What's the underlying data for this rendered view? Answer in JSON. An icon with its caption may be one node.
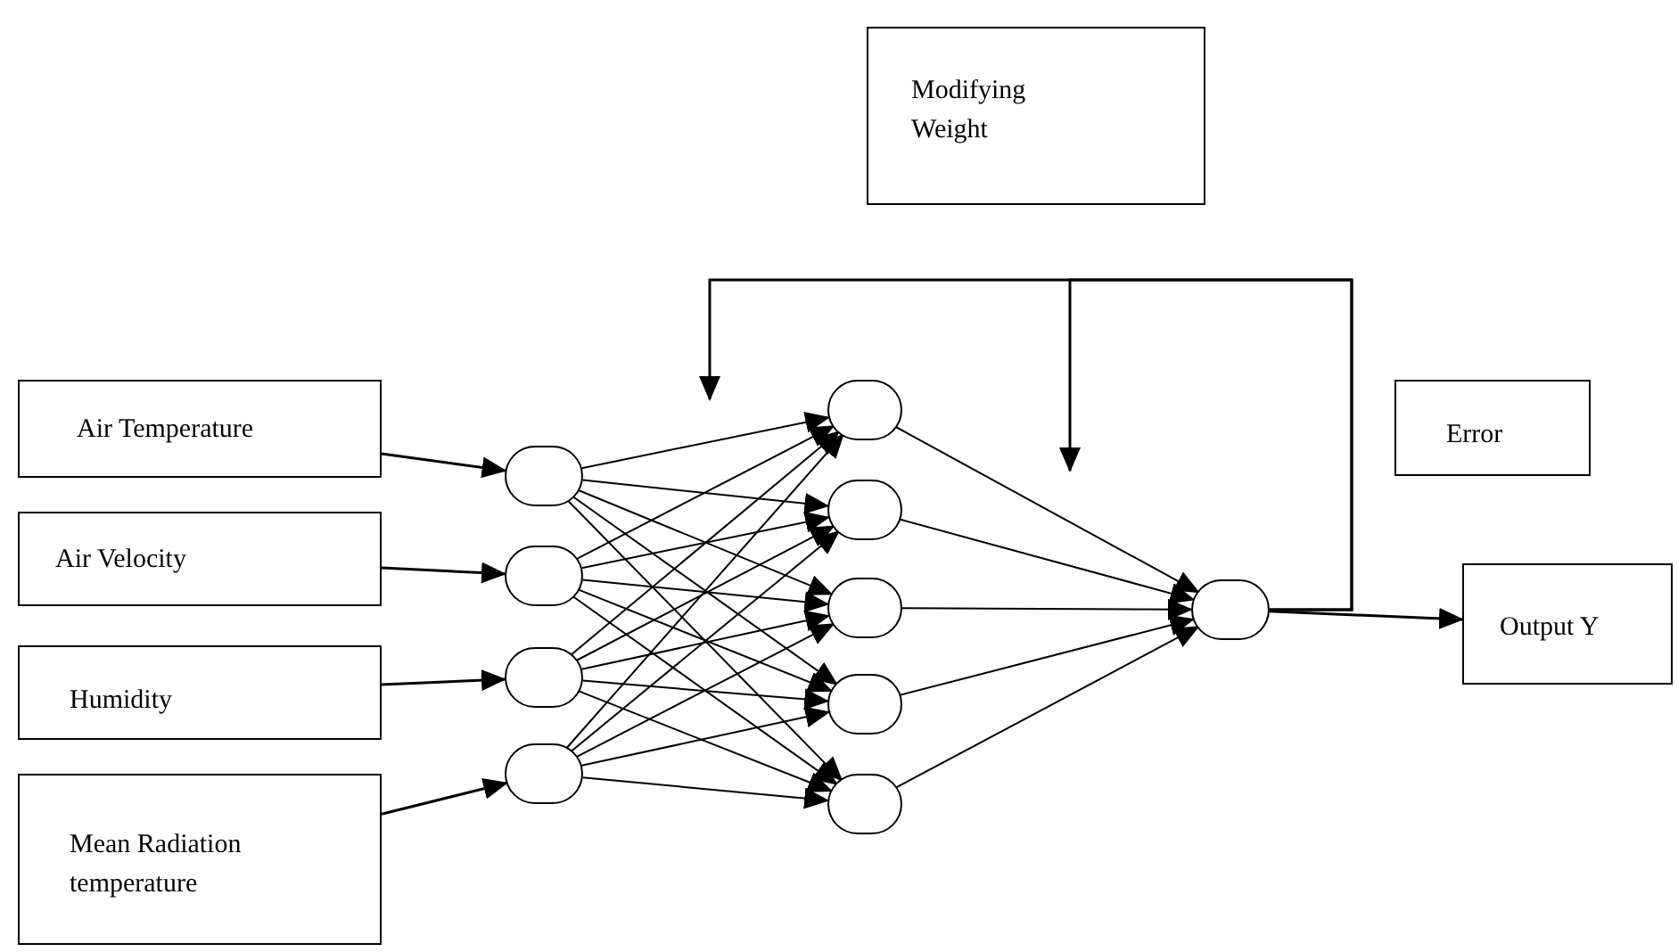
{
  "diagram": {
    "nodes": [
      {
        "text": [
          "Modifying Weight"
        ]
      },
      {
        "text": [
          "Air Temperature"
        ]
      },
      {
        "text": [
          "Air Velocity"
        ]
      },
      {
        "text": [
          "Humidity"
        ]
      },
      {
        "text": [
          "Mean Radiation temperature"
        ]
      },
      {
        "text": [],
        "shape": "circle"
      },
      {
        "text": [],
        "shape": "circle"
      },
      {
        "text": [],
        "shape": "circle"
      },
      {
        "text": [],
        "shape": "circle"
      },
      {
        "text": [],
        "shape": "circle"
      },
      {
        "text": [],
        "shape": "circle"
      },
      {
        "text": [],
        "shape": "circle"
      },
      {
        "text": [],
        "shape": "circle"
      },
      {
        "text": [],
        "shape": "circle"
      },
      {
        "text": [],
        "shape": "circle"
      },
      {
        "text": [
          "Error"
        ]
      },
      {
        "text": [
          "Output Y"
        ]
      }
    ],
    "edges": [
      {
        "from": 1,
        "to": 5,
        "arrow": "to"
      },
      {
        "from": 2,
        "to": 6,
        "arrow": "to"
      },
      {
        "from": 3,
        "to": 7,
        "arrow": "to"
      },
      {
        "from": 4,
        "to": 8,
        "arrow": "to"
      },
      {
        "from": 5,
        "to": 9,
        "arrow": "to"
      },
      {
        "from": 5,
        "to": 10,
        "arrow": "to"
      },
      {
        "from": 5,
        "to": 11,
        "arrow": "to"
      },
      {
        "from": 5,
        "to": 12,
        "arrow": "to"
      },
      {
        "from": 5,
        "to": 13,
        "arrow": "to"
      },
      {
        "from": 6,
        "to": 9,
        "arrow": "to"
      },
      {
        "from": 6,
        "to": 10,
        "arrow": "to"
      },
      {
        "from": 6,
        "to": 11,
        "arrow": "to"
      },
      {
        "from": 6,
        "to": 12,
        "arrow": "to"
      },
      {
        "from": 6,
        "to": 13,
        "arrow": "to"
      },
      {
        "from": 7,
        "to": 9,
        "arrow": "to"
      },
      {
        "from": 7,
        "to": 10,
        "arrow": "to"
      },
      {
        "from": 7,
        "to": 11,
        "arrow": "to"
      },
      {
        "from": 7,
        "to": 12,
        "arrow": "to"
      },
      {
        "from": 7,
        "to": 13,
        "arrow": "to"
      },
      {
        "from": 8,
        "to": 9,
        "arrow": "to"
      },
      {
        "from": 8,
        "to": 10,
        "arrow": "to"
      },
      {
        "from": 8,
        "to": 11,
        "arrow": "to"
      },
      {
        "from": 8,
        "to": 12,
        "arrow": "to"
      },
      {
        "from": 8,
        "to": 13,
        "arrow": "to"
      },
      {
        "from": 9,
        "to": 14,
        "arrow": "to"
      },
      {
        "from": 10,
        "to": 14,
        "arrow": "to"
      },
      {
        "from": 11,
        "to": 14,
        "arrow": "to"
      },
      {
        "from": 12,
        "to": 14,
        "arrow": "to"
      },
      {
        "from": 13,
        "to": 14,
        "arrow": "to"
      },
      {
        "from": 14,
        "to": 16,
        "arrow": "to"
      },
      {
        "from": 14,
        "to": null,
        "arrow": "to"
      },
      {
        "from": 14,
        "to": null,
        "arrow": "to"
      }
    ]
  }
}
